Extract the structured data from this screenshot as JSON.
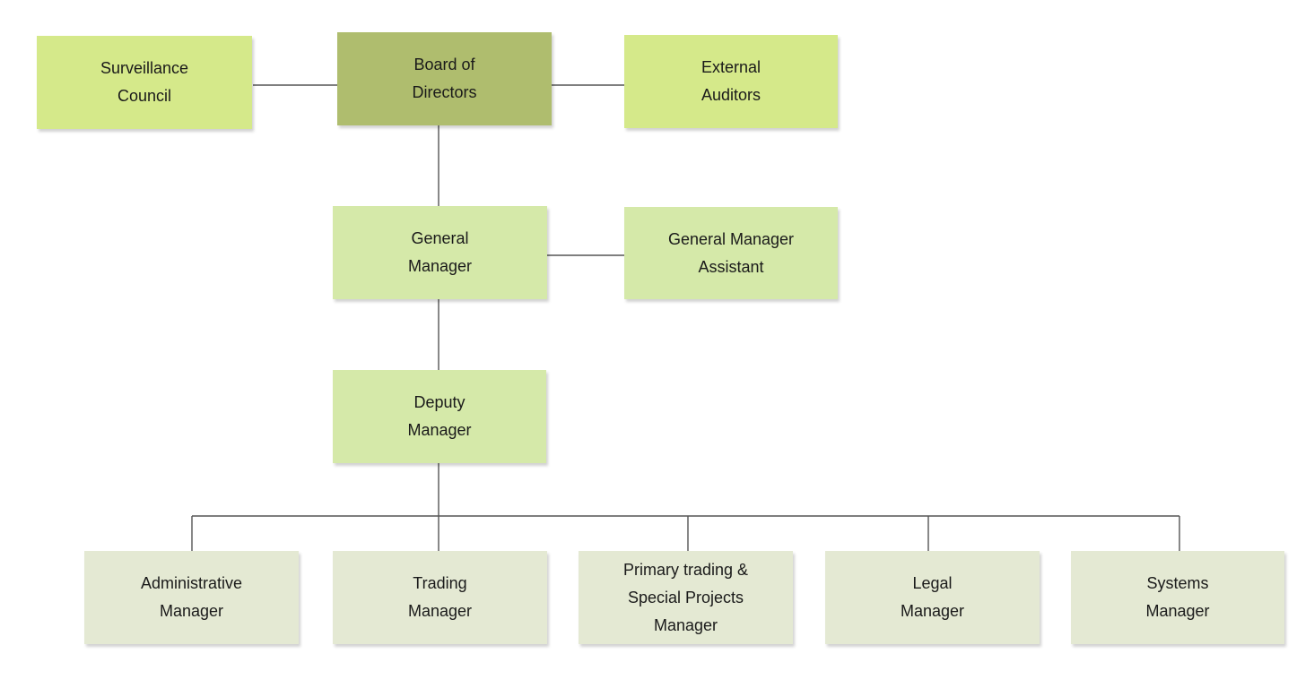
{
  "nodes": {
    "surveillance": {
      "line1": "Surveillance",
      "line2": "Council"
    },
    "board": {
      "line1": "Board of",
      "line2": "Directors"
    },
    "auditors": {
      "line1": "External",
      "line2": "Auditors"
    },
    "general_manager": {
      "line1": "General",
      "line2": "Manager"
    },
    "gm_assistant": {
      "line1": "General Manager",
      "line2": "Assistant"
    },
    "deputy": {
      "line1": "Deputy",
      "line2": "Manager"
    },
    "administrative": {
      "line1": "Administrative",
      "line2": "Manager"
    },
    "trading": {
      "line1": "Trading",
      "line2": "Manager"
    },
    "primary_trading": {
      "line1": "Primary trading &",
      "line2": "Special Projects",
      "line3": "Manager"
    },
    "legal": {
      "line1": "Legal",
      "line2": "Manager"
    },
    "systems": {
      "line1": "Systems",
      "line2": "Manager"
    }
  },
  "colors": {
    "top_level": "#d5e98a",
    "board": "#afbd6e",
    "middle_level": "#d5e9a9",
    "bottom_level": "#e4e9d3",
    "connector": "#555555"
  }
}
